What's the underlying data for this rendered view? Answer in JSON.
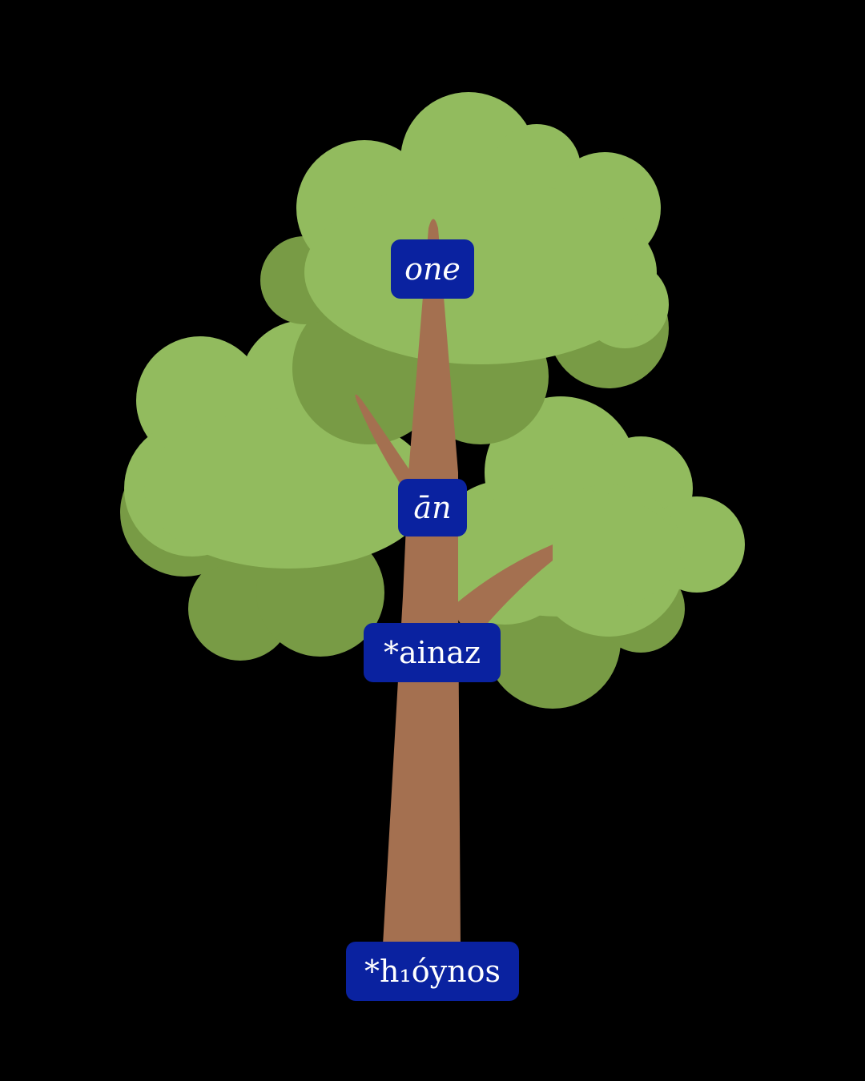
{
  "diagram": {
    "type": "etymology-tree",
    "colors": {
      "background": "#000000",
      "foliage_light": "#92bb5e",
      "foliage_dark": "#789b45",
      "trunk": "#a47050",
      "label_bg": "#0a22a0",
      "label_text": "#ffffff"
    },
    "nodes": [
      {
        "id": "modern-english",
        "word": "one",
        "italic": true
      },
      {
        "id": "old-english",
        "word": "ān",
        "italic": true
      },
      {
        "id": "proto-germanic",
        "word": "*ainaz",
        "italic": false
      },
      {
        "id": "proto-indo-european",
        "word": "*h₁óynos",
        "italic": false
      }
    ]
  }
}
